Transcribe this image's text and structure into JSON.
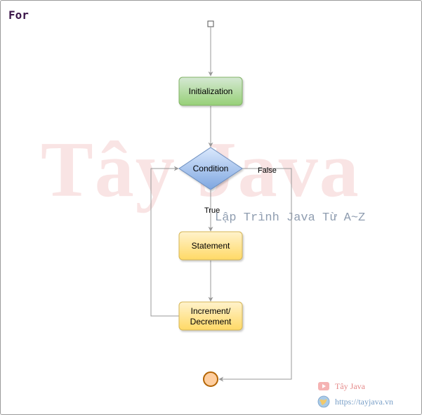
{
  "title": "For",
  "watermark": {
    "main": "Tây Java",
    "subtitle": "Lập Trình Java Từ A~Z"
  },
  "diagram": {
    "nodes": {
      "initialization": "Initialization",
      "condition": "Condition",
      "statement": "Statement",
      "increment_line1": "Increment/",
      "increment_line2": "Decrement"
    },
    "edges": {
      "true_label": "True",
      "false_label": "False"
    },
    "colors": {
      "initialization_fill": "#d5e8d4",
      "initialization_stroke": "#82b366",
      "condition_fill": "#dae8fc",
      "condition_stroke": "#6c8ebf",
      "statement_fill": "#fff2cc",
      "statement_stroke": "#d6b656",
      "end_fill": "#ffce9f",
      "end_stroke": "#b46504",
      "edge": "#999999"
    }
  },
  "branding": {
    "channel": "Tây Java",
    "channel_icon": "youtube-icon",
    "website": "https://tayjava.vn",
    "website_icon": "globe-icon"
  }
}
